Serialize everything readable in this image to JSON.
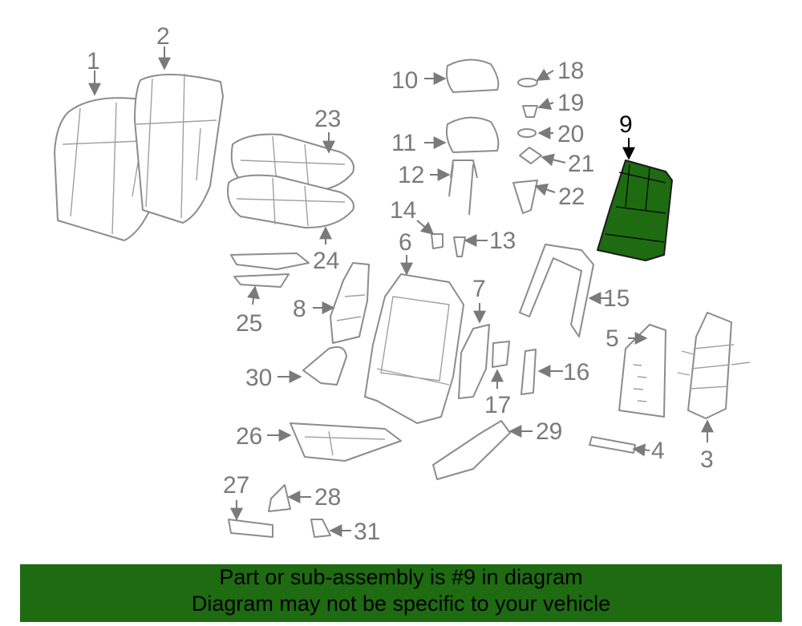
{
  "highlighted_part": "9",
  "highlight_color": "#1e6b11",
  "callouts": [
    "1",
    "2",
    "3",
    "4",
    "5",
    "6",
    "7",
    "8",
    "9",
    "10",
    "11",
    "12",
    "13",
    "14",
    "15",
    "16",
    "17",
    "18",
    "19",
    "20",
    "21",
    "22",
    "23",
    "24",
    "25",
    "26",
    "27",
    "28",
    "29",
    "30",
    "31"
  ],
  "banner": {
    "line1": "Part or sub-assembly is #9 in diagram",
    "line2": "Diagram may not be specific to your vehicle",
    "background": "#1e6b11"
  }
}
